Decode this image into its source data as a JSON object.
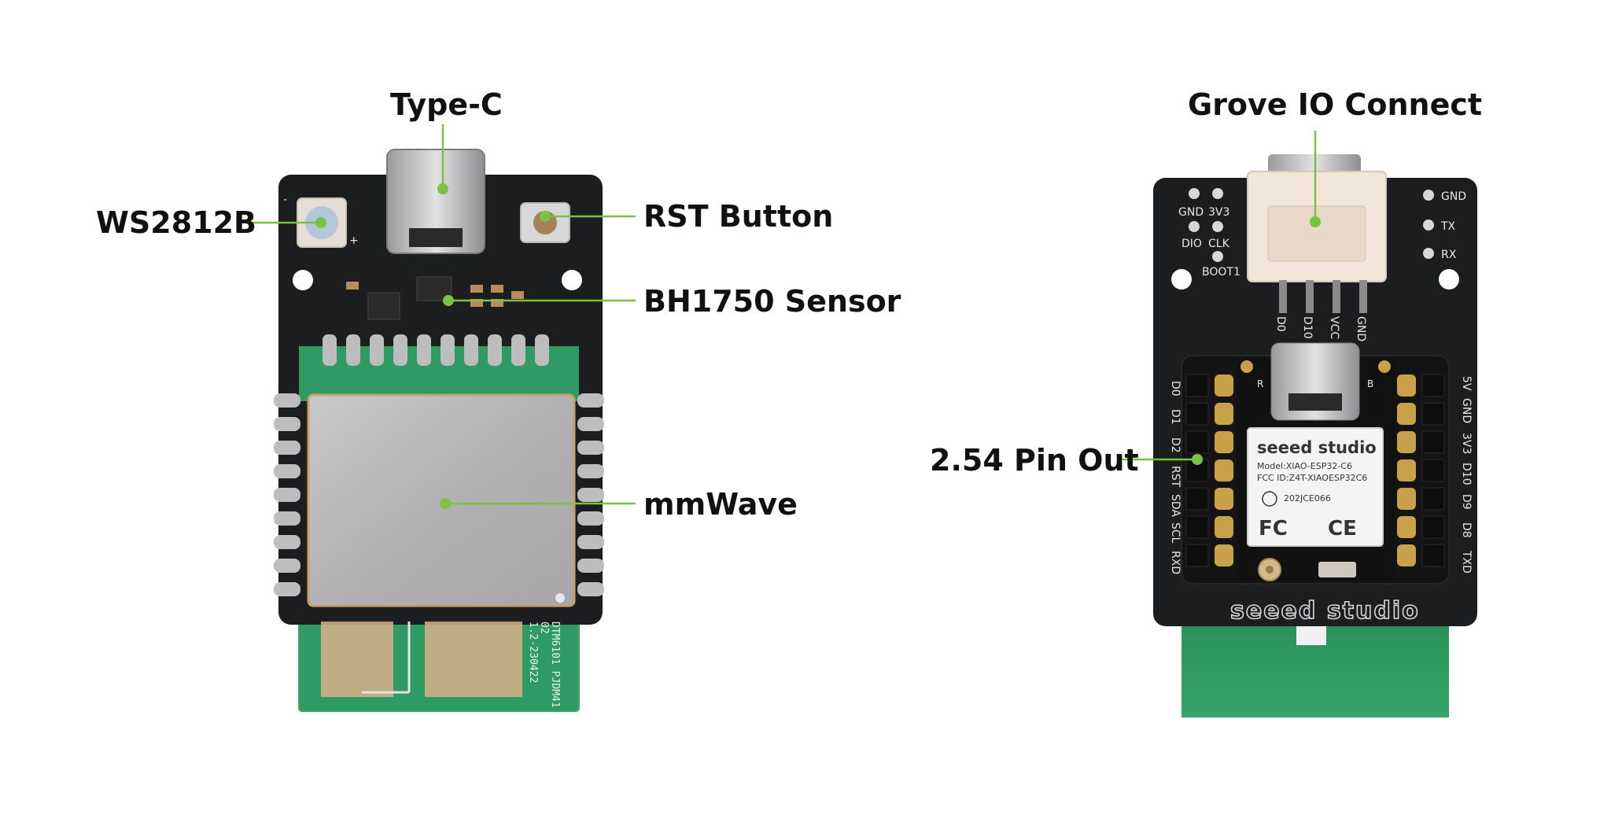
{
  "labels": {
    "type_c": "Type-C",
    "ws2812b": "WS2812B",
    "rst_button": "RST Button",
    "bh1750": "BH1750 Sensor",
    "mmwave": "mmWave",
    "grove": "Grove IO Connect",
    "pin_out": "2.54 Pin Out"
  },
  "front_board": {
    "led_minus": "-",
    "led_plus": "+",
    "antenna_text": [
      "DTM6101 PJDM41",
      "02",
      "1.2-230422"
    ]
  },
  "back_board": {
    "header_left": [
      "GND",
      "3V3",
      "DIO",
      "CLK",
      "BOOT1"
    ],
    "header_right": [
      "GND",
      "TX",
      "RX"
    ],
    "grove_pins": [
      "D0",
      "D10",
      "VCC",
      "GND"
    ],
    "pins_left": [
      "D0",
      "D1",
      "D2",
      "RST",
      "SDA",
      "SCL",
      "RXD"
    ],
    "pins_right": [
      "5V",
      "GND",
      "3V3",
      "D10",
      "D9",
      "D8",
      "TXD"
    ],
    "led_marks": [
      "R",
      "B"
    ],
    "module_brand": "seeed studio",
    "module_model": "Model:XIAO-ESP32-C6",
    "module_fcc": "FCC ID:Z4T-XIAOESP32C6",
    "module_cert": "202JCE066",
    "module_fc": "FC",
    "module_ce": "CE",
    "board_brand": "seeed studio"
  },
  "colors": {
    "pcb": "#1c1d1f",
    "antenna": "#2f9a63",
    "shield": "#b9b9bb",
    "callout": "#7cc242",
    "gold": "#c8a14a"
  }
}
